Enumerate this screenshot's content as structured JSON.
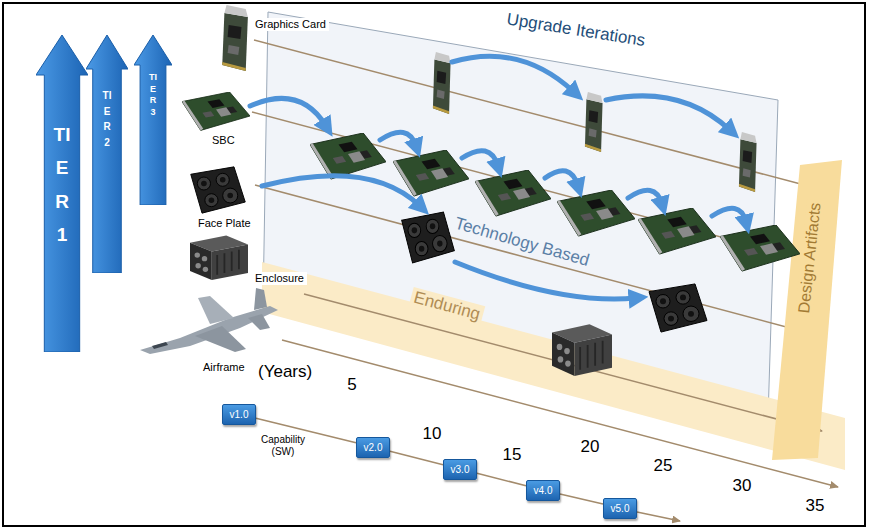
{
  "diagram": {
    "nodes": [
      {
        "text": [
          "TIER 1"
        ]
      },
      {
        "text": [
          "TIER 2"
        ]
      },
      {
        "text": [
          "TIER 3"
        ]
      },
      {
        "text": [
          "v1.0"
        ]
      },
      {
        "text": [
          "v2.0"
        ]
      },
      {
        "text": [
          "v3.0"
        ]
      },
      {
        "text": [
          "v4.0"
        ]
      },
      {
        "text": [
          "v5.0"
        ]
      }
    ],
    "edges": [
      {
        "from": 3,
        "to": 4,
        "arrow": "none"
      },
      {
        "from": 4,
        "to": 5,
        "arrow": "none"
      },
      {
        "from": 5,
        "to": 6,
        "arrow": "none"
      },
      {
        "from": 6,
        "to": 7,
        "arrow": "none"
      }
    ],
    "labels": [
      "Upgrade Iterations",
      "Graphics Card",
      "SBC",
      "Face Plate",
      "Enclosure",
      "Airframe",
      "Technology Based",
      "Enduring",
      "Design Artifacts",
      "(Years)",
      "5",
      "10",
      "15",
      "20",
      "25",
      "30",
      "35",
      "Capability (SW)"
    ]
  }
}
